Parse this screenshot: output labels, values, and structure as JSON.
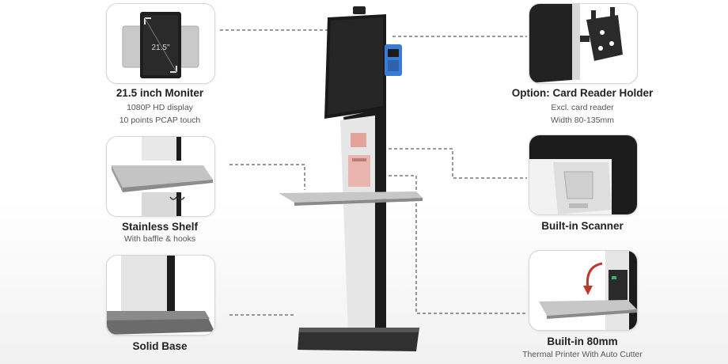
{
  "colors": {
    "accent_red": "#c0392b",
    "card_border": "#d6d6d6",
    "kiosk_body": "#1b1b1b",
    "kiosk_panel": "#e6e6e6",
    "printer_pink": "#e8b4ad",
    "reader_blue": "#3a7bd5"
  },
  "features": {
    "monitor": {
      "title": "21.5 inch Moniter",
      "line1": "1080P HD display",
      "line2": "10 points PCAP touch",
      "size_label": "21.5\""
    },
    "shelf": {
      "title": "Stainless Shelf",
      "line1": "With baffle & hooks"
    },
    "base": {
      "title": "Solid Base"
    },
    "card_reader": {
      "title": "Option: Card Reader Holder",
      "line1": "Excl. card reader",
      "line2": "Width 80-135mm"
    },
    "scanner": {
      "title": "Built-in Scanner"
    },
    "printer": {
      "title": "Built-in 80mm",
      "line1": "Thermal Printer With Auto Cutter"
    }
  },
  "icons": {
    "monitor": "rotate-monitor-icon",
    "shelf": "shelf-icon",
    "base": "base-icon",
    "card_reader": "bracket-icon",
    "scanner": "scanner-icon",
    "printer": "printer-arrow-icon"
  }
}
